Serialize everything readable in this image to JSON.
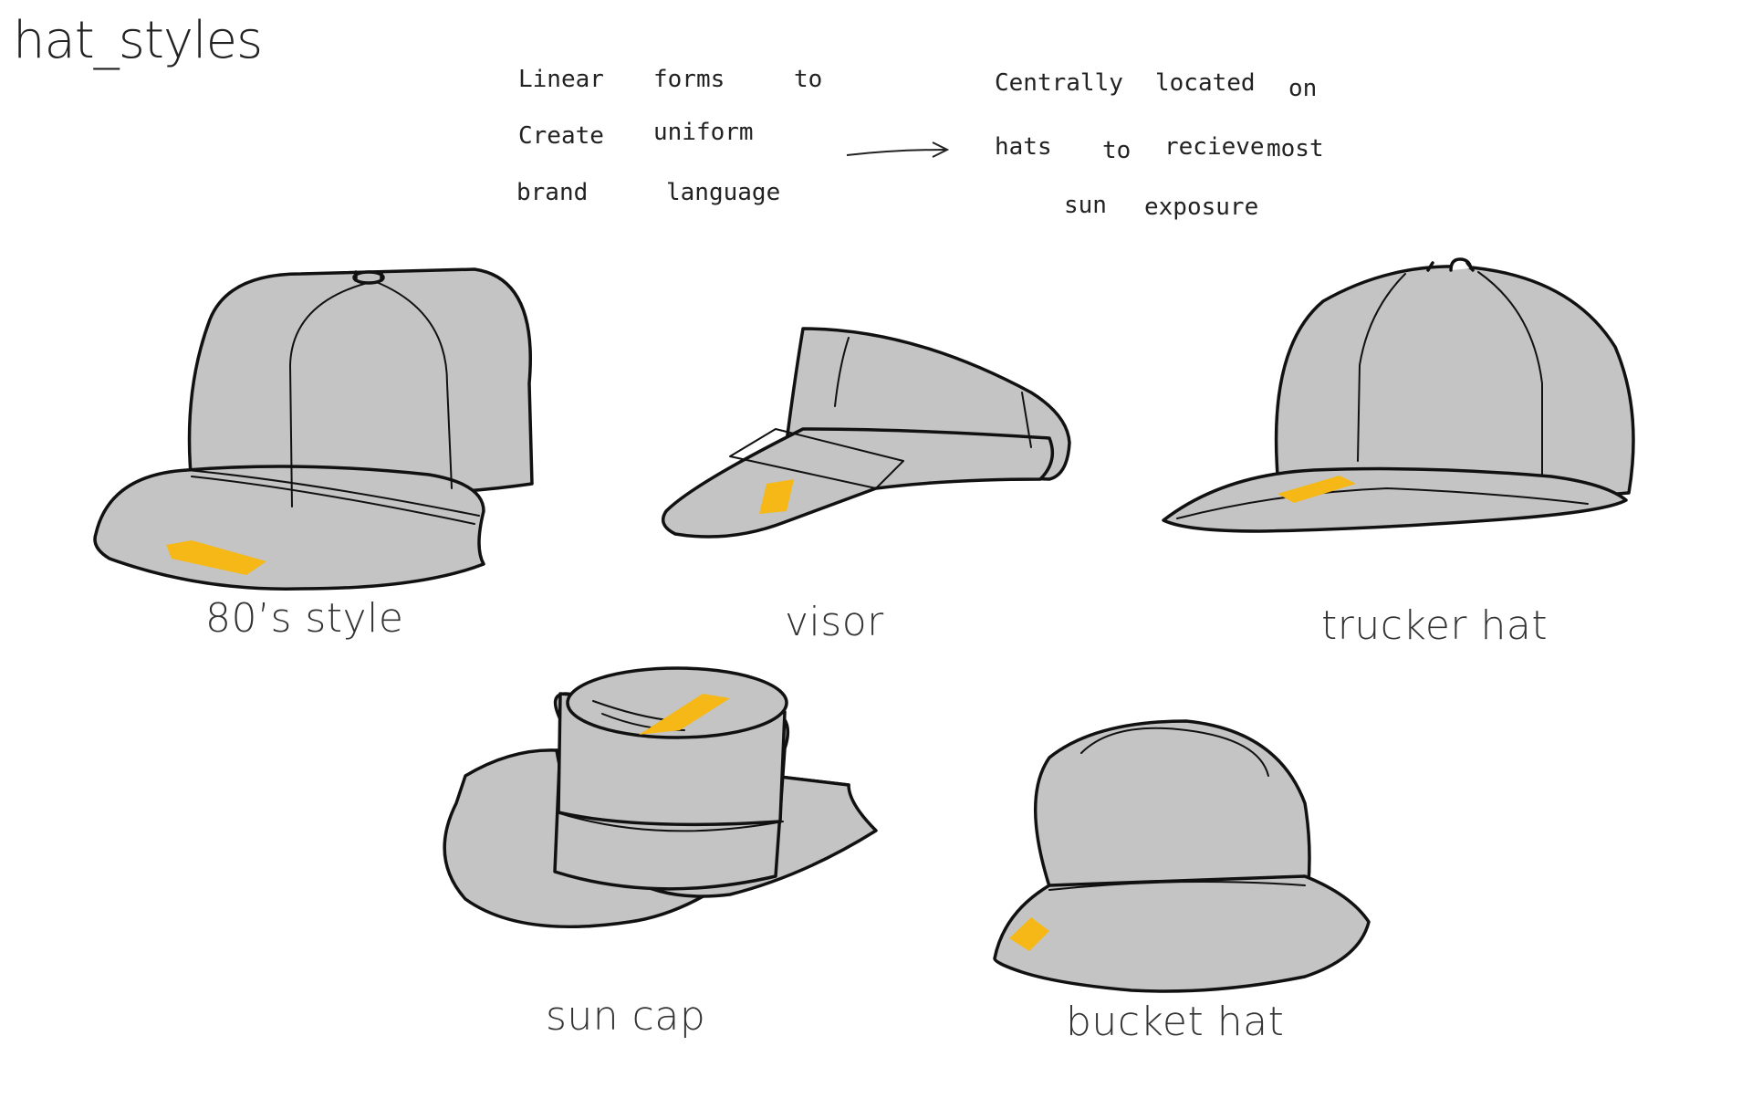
{
  "title": "hat_styles",
  "notes": {
    "left": [
      "Linear",
      "forms",
      "to",
      "Create",
      "uniform",
      "brand",
      "language"
    ],
    "right": [
      "Centrally",
      "located",
      "on",
      "hats",
      "to",
      "recieve",
      "most",
      "sun",
      "exposure"
    ]
  },
  "hats": [
    {
      "label": "80’s style"
    },
    {
      "label": "visor"
    },
    {
      "label": "trucker hat"
    },
    {
      "label": "sun cap"
    },
    {
      "label": "bucket hat"
    }
  ],
  "colors": {
    "hat_fill": "#c4c4c4",
    "accent_stripe": "#f5b817",
    "outline": "#111111",
    "background": "#ffffff"
  }
}
